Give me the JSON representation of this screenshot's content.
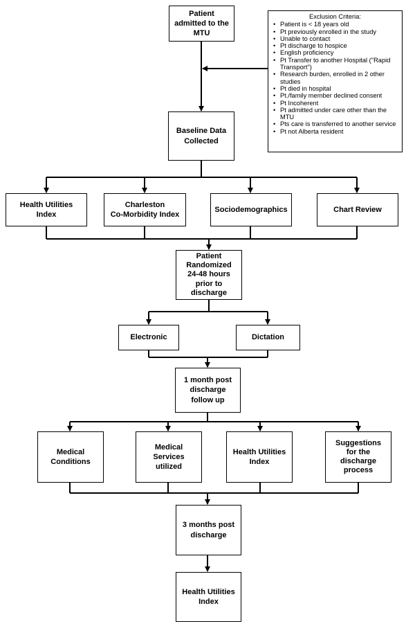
{
  "nodes": {
    "admitted": "Patient\nadmitted to the\nMTU",
    "baseline": "Baseline Data\nCollected",
    "hui1": "Health Utilities\nIndex",
    "charleston": "Charleston\nCo-Morbidity Index",
    "sociodemo": "Sociodemographics",
    "chart_review": "Chart Review",
    "randomized": "Patient\nRandomized\n24-48 hours\nprior to\ndischarge",
    "electronic": "Electronic",
    "dictation": "Dictation",
    "one_month": "1 month post\ndischarge\nfollow up",
    "medical_conditions": "Medical\nConditions",
    "medical_services": "Medical\nServices\nutilized",
    "hui2": "Health Utilities\nIndex",
    "suggestions": "Suggestions\nfor the\ndischarge\nprocess",
    "three_months": "3 months post\ndischarge",
    "hui3": "Health Utilities\nIndex"
  },
  "exclusion": {
    "title": "Exclusion Criteria:",
    "items": [
      "Patient is < 18 years old",
      "Pt previously enrolled in the study",
      "Unable to contact",
      "Pt discharge to hospice",
      "English proficiency",
      " Pt Transfer to another Hospital (\"Rapid Transport\")",
      "Research burden, enrolled in 2 other studies",
      "Pt died in hospital",
      "Pt./family member declined consent",
      "Pt Incoherent",
      "Pt admitted under care other than the MTU",
      "Pts care is transferred to another service",
      "Pt not Alberta resident"
    ]
  }
}
